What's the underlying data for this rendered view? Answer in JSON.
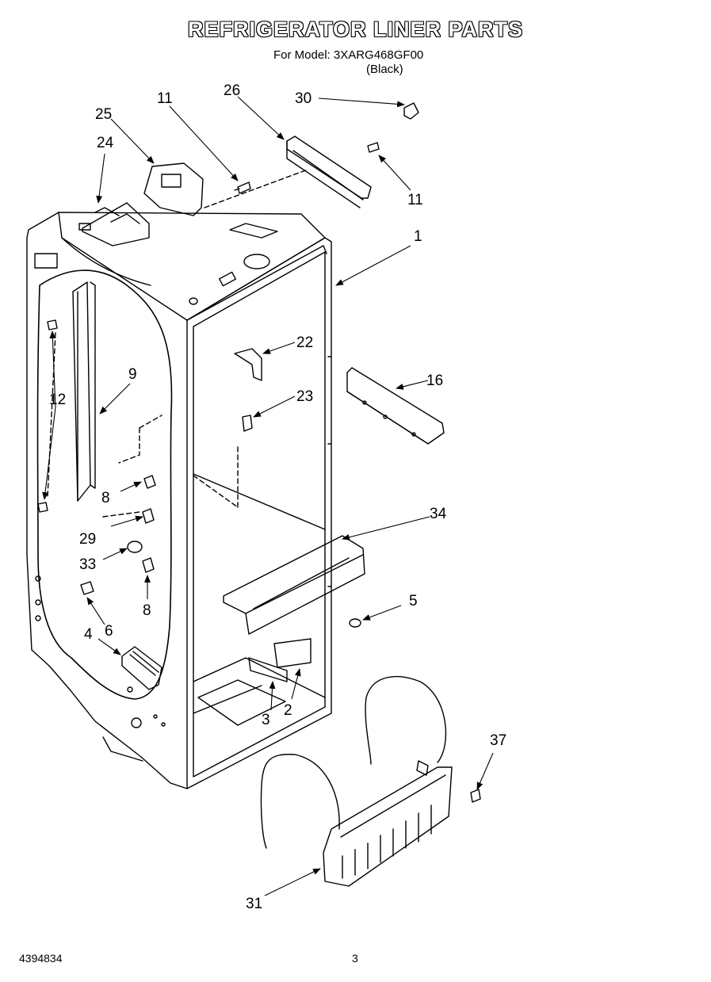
{
  "header": {
    "title": "REFRIGERATOR LINER PARTS",
    "model_line": "For Model: 3XARG468GF00",
    "variant": "(Black)"
  },
  "callouts": {
    "c1": "1",
    "c2": "2",
    "c3": "3",
    "c4": "4",
    "c5": "5",
    "c6": "6",
    "c8a": "8",
    "c8b": "8",
    "c9": "9",
    "c11a": "11",
    "c11b": "11",
    "c12": "12",
    "c16": "16",
    "c22": "22",
    "c23": "23",
    "c24": "24",
    "c25": "25",
    "c26": "26",
    "c29": "29",
    "c30": "30",
    "c31": "31",
    "c33": "33",
    "c34": "34",
    "c37": "37"
  },
  "footer": {
    "part_number": "4394834",
    "page": "3"
  }
}
